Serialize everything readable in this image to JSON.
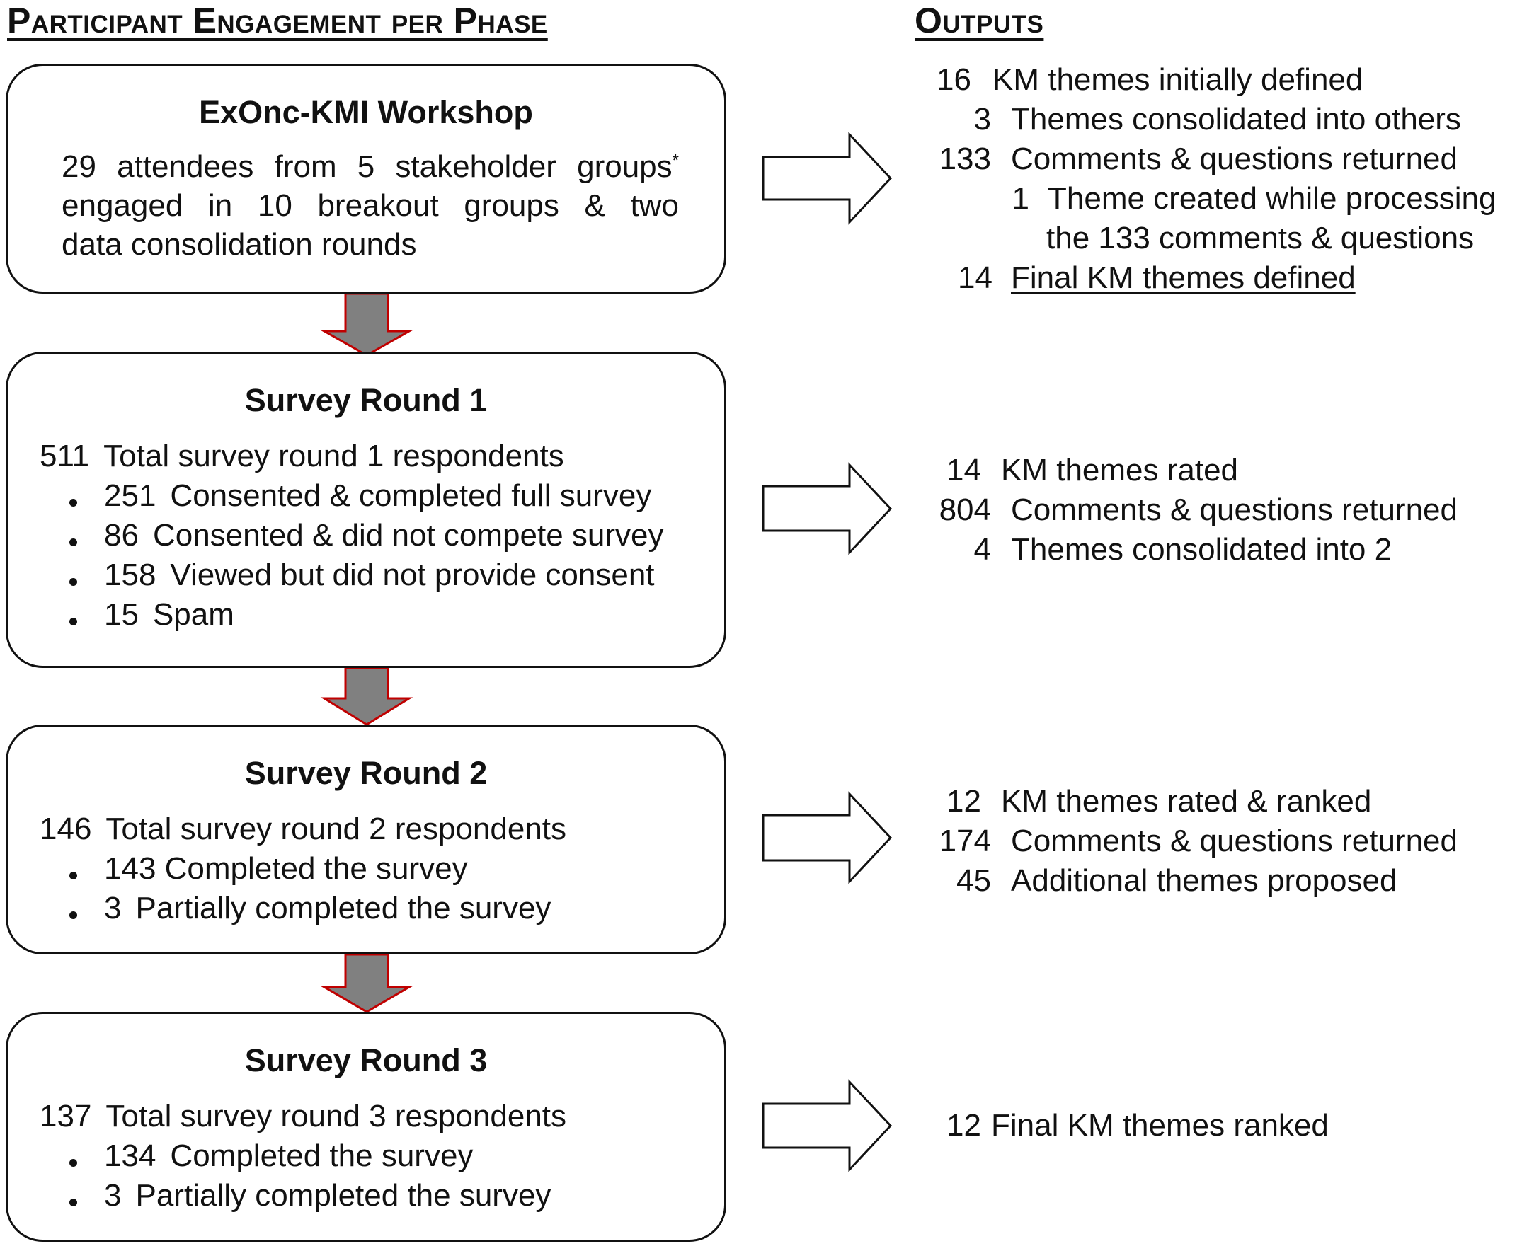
{
  "headings": {
    "left": "Participant Engagement per Phase",
    "right": "Outputs"
  },
  "colors": {
    "down_arrow_fill": "#808080",
    "down_arrow_stroke": "#c00000",
    "right_arrow_stroke": "#111111"
  },
  "workshop": {
    "title": "ExOnc-KMI Workshop",
    "line1": "29 attendees from 5 stakeholder groups",
    "line1_sup": "*",
    "line2": "engaged in 10 breakout groups & two",
    "line3": "data consolidation rounds"
  },
  "round1": {
    "title": "Survey Round 1",
    "total_num": "511",
    "total_text": "Total survey round 1 respondents",
    "bullets": [
      {
        "num": "251",
        "text": "Consented & completed full survey"
      },
      {
        "num": "86",
        "text": "Consented & did not compete survey"
      },
      {
        "num": "158",
        "text": "Viewed but did not provide consent"
      },
      {
        "num": "15",
        "text": "Spam"
      }
    ]
  },
  "round2": {
    "title": "Survey Round 2",
    "total_num": "146",
    "total_text": "Total survey round 2 respondents",
    "bullets": [
      {
        "num": "143",
        "text": "Completed the survey"
      },
      {
        "num": "3",
        "text": "Partially completed the survey"
      }
    ]
  },
  "round3": {
    "title": "Survey Round 3",
    "total_num": "137",
    "total_text": "Total survey round 3 respondents",
    "bullets": [
      {
        "num": "134",
        "text": "Completed the survey"
      },
      {
        "num": "3",
        "text": "Partially completed the survey"
      }
    ]
  },
  "outputs": {
    "workshop": [
      {
        "num": "16",
        "text": "KM themes initially defined"
      },
      {
        "num": "3",
        "text": "Themes consolidated into others"
      },
      {
        "num": "133",
        "text": "Comments & questions returned"
      },
      {
        "num": "1",
        "text": "Theme created while processing"
      },
      {
        "num": "",
        "text": "the 133 comments & questions"
      },
      {
        "num": "14",
        "text": "Final KM themes defined"
      }
    ],
    "round1": [
      {
        "num": "14",
        "text": "KM themes rated"
      },
      {
        "num": "804",
        "text": "Comments & questions returned"
      },
      {
        "num": "4",
        "text": "Themes consolidated into 2"
      }
    ],
    "round2": [
      {
        "num": "12",
        "text": "KM themes rated & ranked"
      },
      {
        "num": "174",
        "text": "Comments & questions returned"
      },
      {
        "num": "45",
        "text": "Additional themes proposed"
      }
    ],
    "round3": [
      {
        "num": "12",
        "text": "Final KM themes ranked"
      }
    ]
  }
}
